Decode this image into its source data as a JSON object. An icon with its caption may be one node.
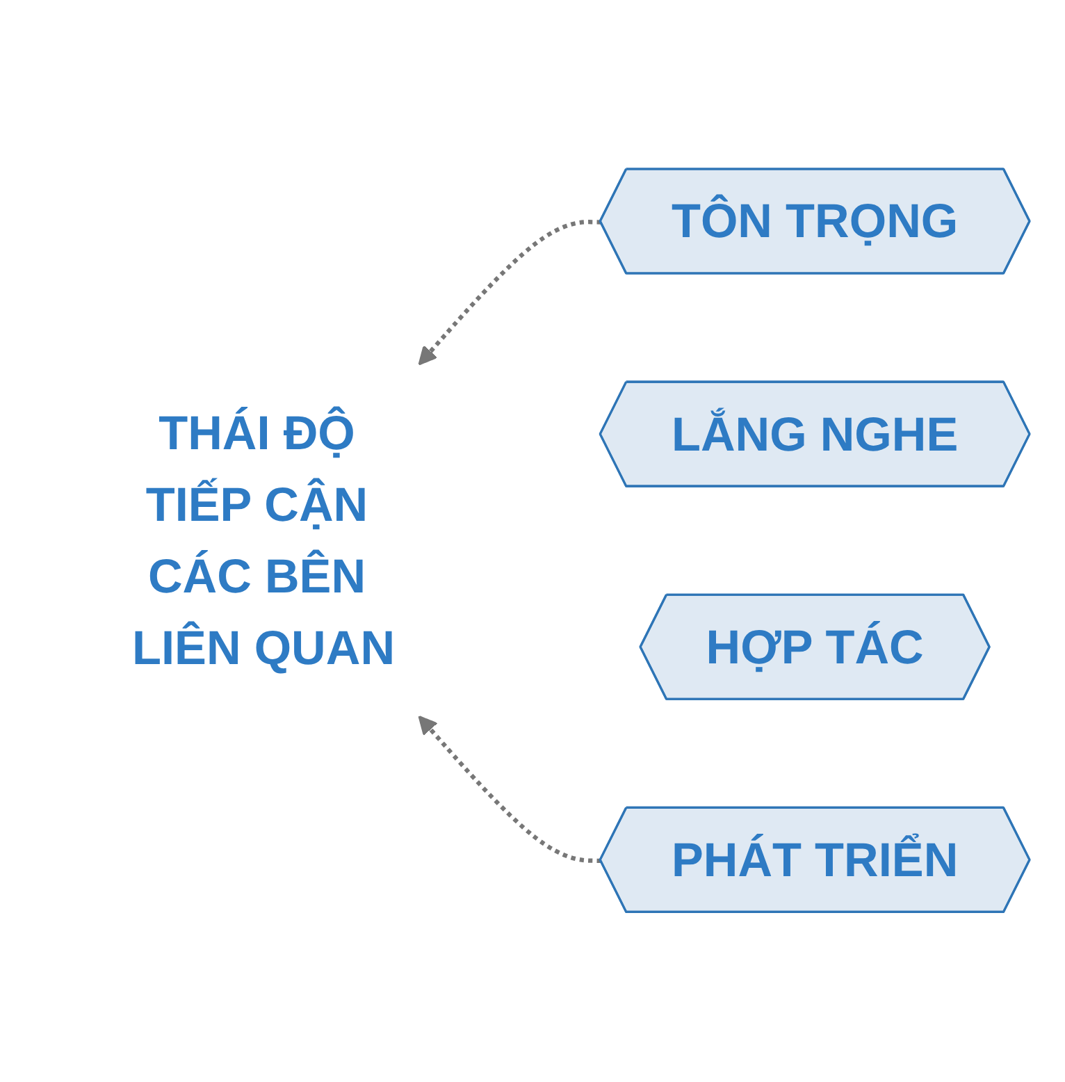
{
  "diagram": {
    "nodes": [
      {
        "text": [
          "THÁI ĐỘ TIẾP CẬN CÁC BÊN LIÊN QUAN"
        ]
      },
      {
        "text": [
          "TÔN TRỌNG"
        ]
      },
      {
        "text": [
          "LẮNG NGHE"
        ]
      },
      {
        "text": [
          "HỢP TÁC"
        ]
      },
      {
        "text": [
          "PHÁT TRIỂN"
        ]
      }
    ],
    "edges": [
      {
        "from": 1,
        "to": 0,
        "arrow": "to",
        "style": "dashed"
      },
      {
        "from": 4,
        "to": 0,
        "arrow": "to",
        "style": "dashed"
      }
    ]
  }
}
